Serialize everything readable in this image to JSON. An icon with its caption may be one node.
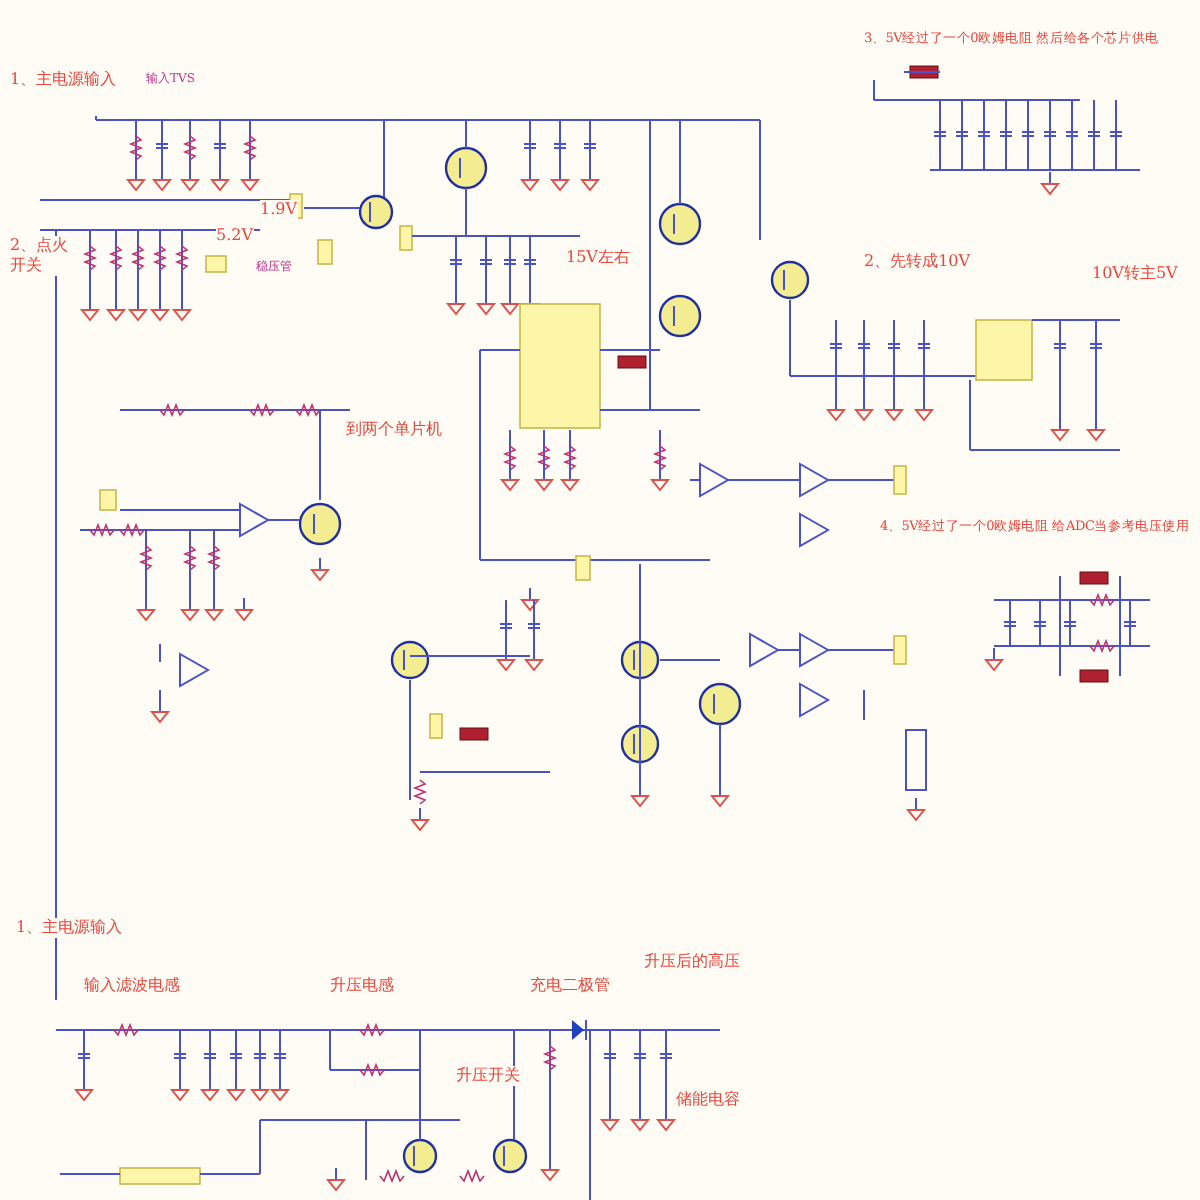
{
  "diagram": {
    "labels": [
      "1、主电源输入",
      "输入TVS",
      "3、5V经过了一个0欧姆电阻 然后给各个芯片供电",
      "1.9V",
      "5.2V",
      "稳压管",
      "2、点火开关",
      "15V左右",
      "2、先转成10V",
      "10V转主5V",
      "到两个单片机",
      "4、5V经过了一个0欧姆电阻 给ADC当参考电压使用",
      "1、主电源输入",
      "升压后的高压",
      "输入滤波电感",
      "升压电感",
      "充电二极管",
      "升压开关",
      "储能电容"
    ]
  }
}
